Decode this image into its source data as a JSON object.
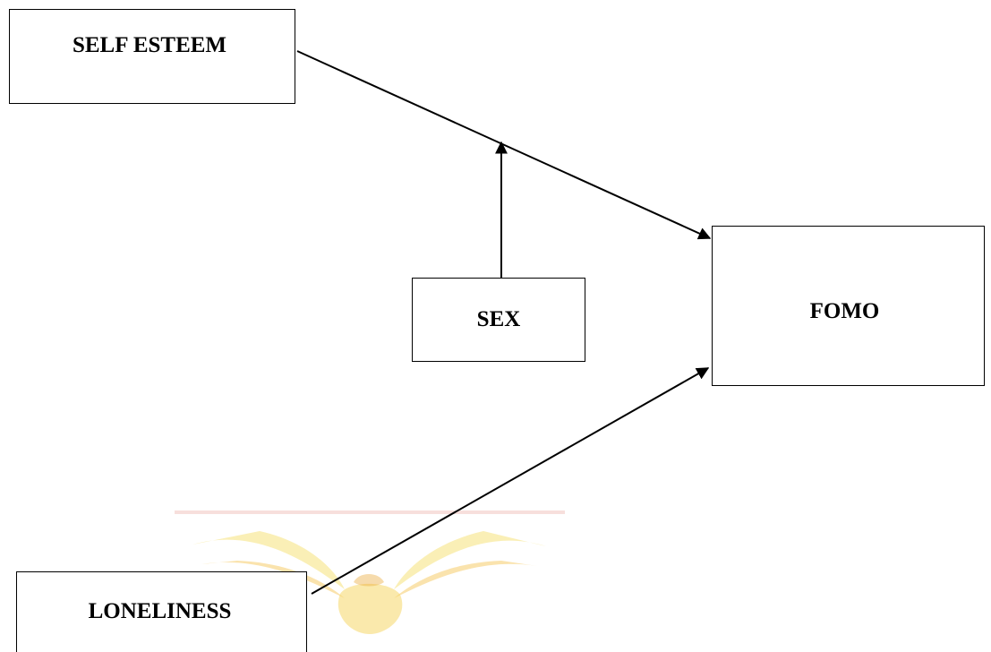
{
  "nodes": {
    "self_esteem": "SELF ESTEEM",
    "sex": "SEX",
    "fomo": "FOMO",
    "loneliness": "LONELINESS"
  },
  "edges": [
    {
      "from": "SELF ESTEEM",
      "to": "FOMO"
    },
    {
      "from": "LONELINESS",
      "to": "FOMO"
    },
    {
      "from": "SEX",
      "to": "SELF ESTEEM → FOMO"
    }
  ],
  "colors": {
    "line": "#000000",
    "watermark_red": "#e8584a",
    "watermark_yellow": "#f6d63a"
  }
}
